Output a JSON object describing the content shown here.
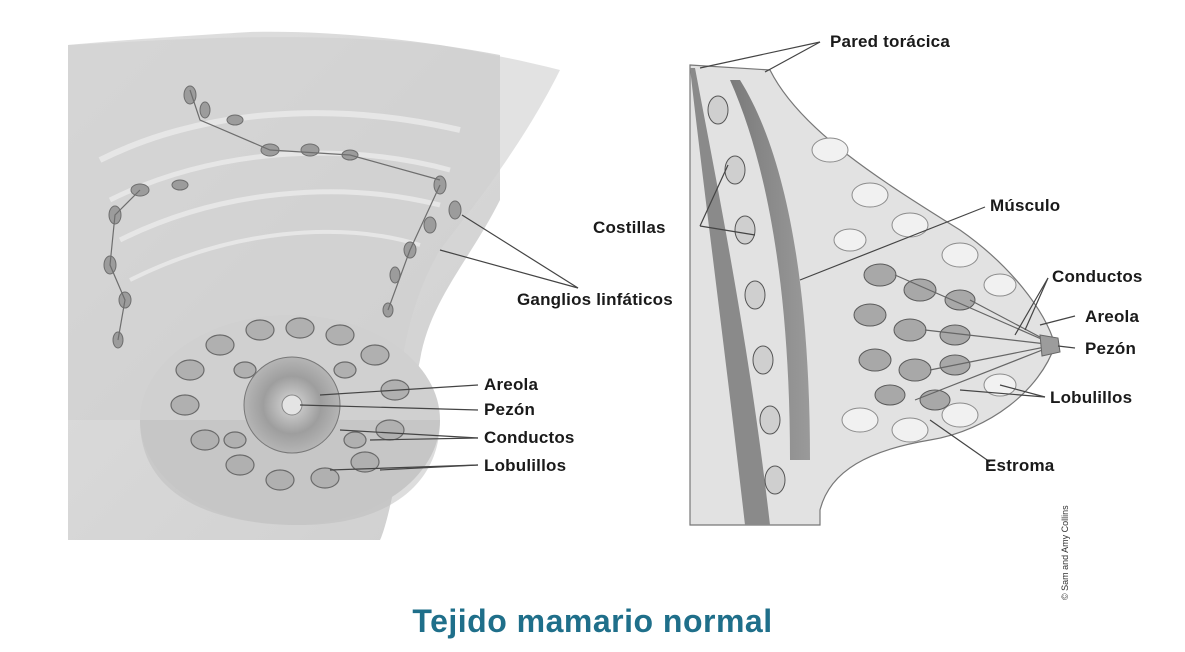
{
  "title": "Tejido mamario normal",
  "credit": "© Sam and Amy Collins",
  "left_labels": {
    "ganglios": "Ganglios linfáticos",
    "areola": "Areola",
    "pezon": "Pezón",
    "conductos": "Conductos",
    "lobulillos": "Lobulillos"
  },
  "right_labels": {
    "pared": "Pared torácica",
    "costillas": "Costillas",
    "musculo": "Músculo",
    "conductos": "Conductos",
    "areola": "Areola",
    "pezon": "Pezón",
    "lobulillos": "Lobulillos",
    "estroma": "Estroma"
  },
  "colors": {
    "title": "#1f6f8a",
    "tissue": "#bdbdbd",
    "line": "#555555"
  }
}
